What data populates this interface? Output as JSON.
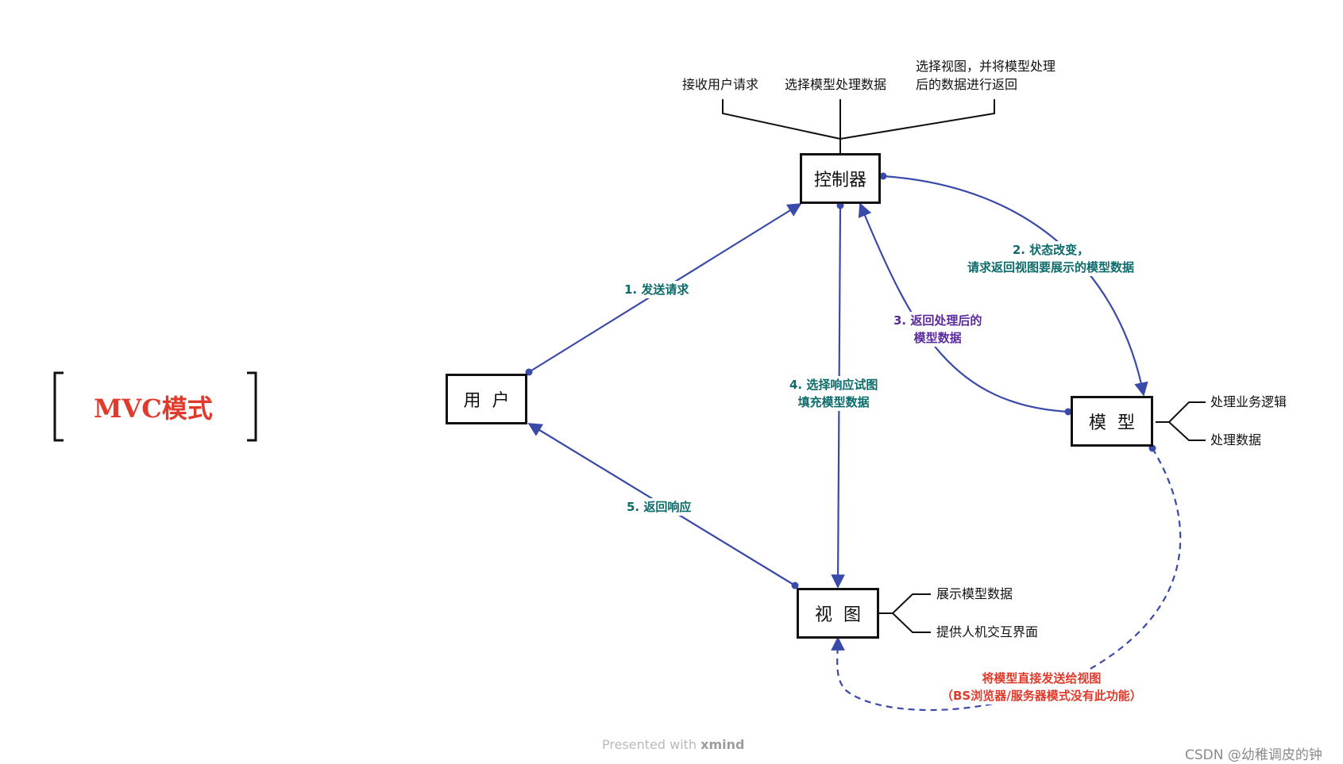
{
  "title": "MVC模式",
  "nodes": {
    "controller": "控制器",
    "user": "用  户",
    "model": "模  型",
    "view": "视  图"
  },
  "controller_notes": {
    "receive": "接收用户请求",
    "select_model": "选择模型处理数据",
    "select_view_line1": "选择视图，并将模型处理",
    "select_view_line2": "后的数据进行返回"
  },
  "model_notes": {
    "business": "处理业务逻辑",
    "data": "处理数据"
  },
  "view_notes": {
    "show": "展示模型数据",
    "interact": "提供人机交互界面"
  },
  "edges": {
    "e1": "1. 发送请求",
    "e2_line1": "2. 状态改变，",
    "e2_line2": "请求返回视图要展示的模型数据",
    "e3_line1": "3. 返回处理后的",
    "e3_line2": "模型数据",
    "e4_line1": "4. 选择响应试图",
    "e4_line2": "填充模型数据",
    "e5": "5. 返回响应",
    "e6_line1": "将模型直接发送给视图",
    "e6_line2": "（BS浏览器/服务器模式没有此功能）"
  },
  "footer": {
    "presented": "Presented with",
    "brand": "xmind"
  },
  "credit": "CSDN @幼稚调皮的钟",
  "colors": {
    "arrow": "#3a4aa8",
    "title": "#e03a2c",
    "teal": "#0e6b6b",
    "purple": "#5b2a9e",
    "red": "#e03a2c"
  }
}
